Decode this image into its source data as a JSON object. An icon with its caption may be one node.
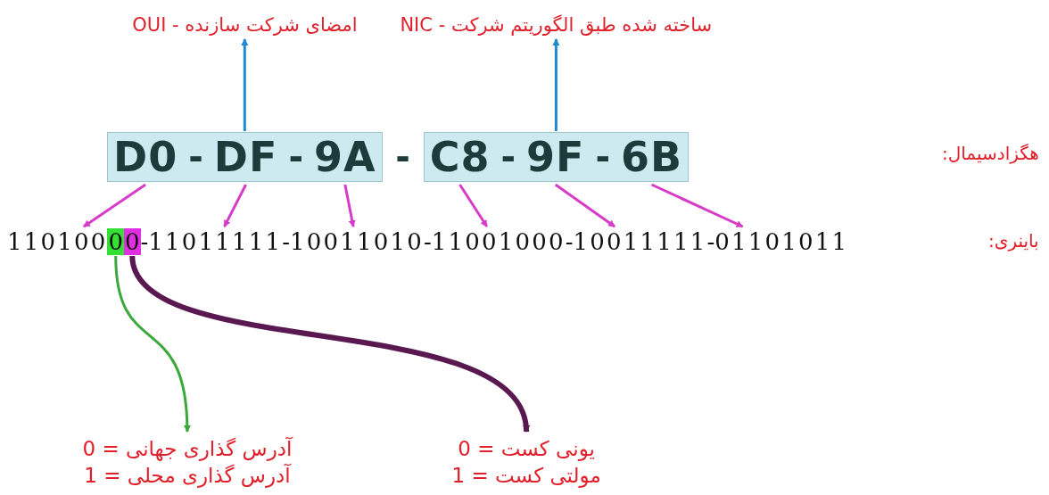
{
  "diagram": {
    "nodes": [
      {
        "text": [
          "امضای شرکت سازنده - OUI"
        ]
      },
      {
        "text": [
          "ساخته شده طبق الگوریتم شرکت - NIC"
        ]
      },
      {
        "text": [],
        "shape": "box"
      },
      {
        "text": [
          "D0"
        ],
        "in": 2
      },
      {
        "text": [
          "DF"
        ],
        "in": 2
      },
      {
        "text": [
          "9A"
        ],
        "in": 2
      },
      {
        "text": [],
        "shape": "box"
      },
      {
        "text": [
          "C8"
        ],
        "in": 6
      },
      {
        "text": [
          "9F"
        ],
        "in": 6
      },
      {
        "text": [
          "6B"
        ],
        "in": 6
      },
      {
        "text": [
          "110100"
        ]
      },
      {
        "text": [
          "0"
        ]
      },
      {
        "text": [
          "0"
        ]
      },
      {
        "text": [
          "11011111"
        ]
      },
      {
        "text": [
          "10011010"
        ]
      },
      {
        "text": [
          "11001000"
        ]
      },
      {
        "text": [
          "10011111"
        ]
      },
      {
        "text": [
          "01101011"
        ]
      },
      {
        "text": [
          "آدرس گذاری جهانی = 0",
          "آدرس گذاری محلی = 1"
        ]
      },
      {
        "text": [
          "یونی کست = 0",
          "مولتی کست = 1"
        ]
      }
    ],
    "edges": [
      {
        "from": 2,
        "to": 0,
        "arrow": "to",
        "color": "#1f8ad0"
      },
      {
        "from": 6,
        "to": 1,
        "arrow": "to",
        "color": "#1f8ad0"
      },
      {
        "from": 3,
        "to": 10,
        "arrow": "to"
      },
      {
        "from": 4,
        "to": 13,
        "arrow": "to"
      },
      {
        "from": 5,
        "to": 14,
        "arrow": "to"
      },
      {
        "from": 7,
        "to": 15,
        "arrow": "to"
      },
      {
        "from": 8,
        "to": 16,
        "arrow": "to"
      },
      {
        "from": 9,
        "to": 17,
        "arrow": "to"
      },
      {
        "from": 11,
        "to": 18,
        "arrow": "to",
        "color": "#3aa83a"
      },
      {
        "from": 12,
        "to": 19,
        "arrow": "to",
        "color": "#5a1850",
        "style": "thick"
      }
    ],
    "labels": [
      "-",
      "-",
      "-",
      "-",
      "-",
      "هگزادسیمال:",
      "-",
      "-",
      "-",
      "-",
      "-",
      "باینری:"
    ]
  }
}
